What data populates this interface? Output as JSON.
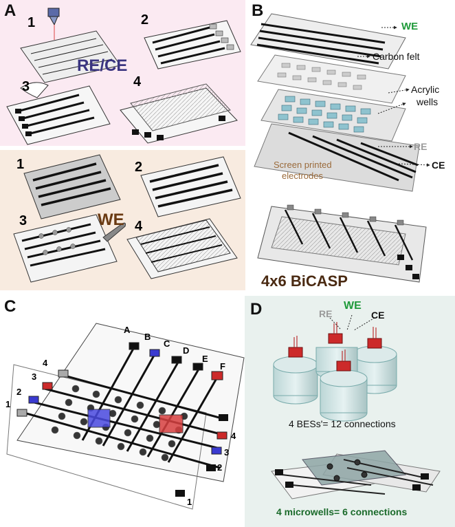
{
  "panels": {
    "a": {
      "letter": "A",
      "upper_title": "RE/CE",
      "lower_title": "WE",
      "steps": [
        "1",
        "2",
        "3",
        "4"
      ]
    },
    "b": {
      "letter": "B",
      "labels": {
        "we": "WE",
        "carbon_felt": "Carbon felt",
        "acrylic_line1": "Acrylic",
        "acrylic_line2": "wells",
        "re": "RE",
        "ce": "CE",
        "screen_line1": "Screen printed",
        "screen_line2": "electrodes"
      },
      "title": "4x6 BiCASP"
    },
    "c": {
      "letter": "C",
      "columns": [
        "A",
        "B",
        "C",
        "D",
        "E",
        "F"
      ],
      "rows": [
        "1",
        "2",
        "3",
        "4"
      ]
    },
    "d": {
      "letter": "D",
      "labels": {
        "re": "RE",
        "we": "WE",
        "ce": "CE"
      },
      "bes_caption": "4 BESs'= 12 connections",
      "microwell_caption": "4 microwells= 6 connections"
    }
  },
  "colors": {
    "panel_a_top": "#fbeaf2",
    "panel_a_bottom": "#f8ebe0",
    "panel_d": "#e9f1ee",
    "recce": "#3a3580",
    "we_brown": "#6a3a12",
    "bicasp_brown": "#4a2a12",
    "we_green": "#1f9a3a",
    "re_gray": "#9a9a9a",
    "screen_brown": "#9a6a3a",
    "microwell_green": "#1a6a2a",
    "red": "#cc2a2a",
    "blue": "#3a3ad0"
  }
}
